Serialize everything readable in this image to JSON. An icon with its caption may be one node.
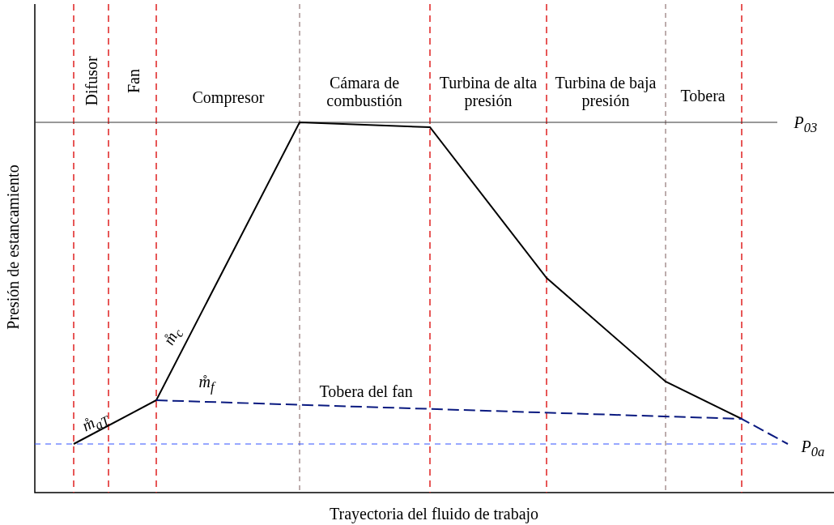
{
  "diagram": {
    "labels": [
      "Difusor",
      "Fan",
      "Compresor",
      "Cámara de combustión",
      "Turbina de alta presión",
      "Turbina de baja presión",
      "Tobera",
      "P$_{03}$",
      "m̊$_{c}$",
      "m̊$_{f}$",
      "Tobera del fan",
      "m̊$_{aT}$",
      "P$_{0a}$",
      "Presión de estancamiento",
      "Trayectoria del fluido de trabajo"
    ]
  }
}
